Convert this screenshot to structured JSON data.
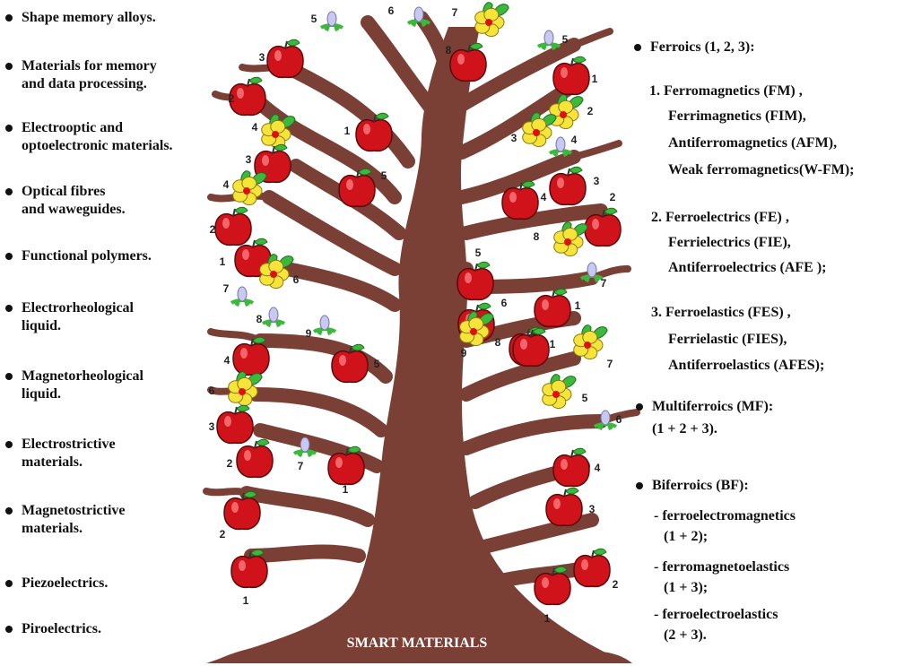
{
  "left_list": [
    [
      "Shape memory alloys."
    ],
    [
      "Materials for memory",
      "and data processing."
    ],
    [
      "Electrooptic and",
      "optoelectronic materials."
    ],
    [
      "Optical fibres",
      "and waweguides."
    ],
    [
      "Functional polymers."
    ],
    [
      "Electrorheological",
      "liquid."
    ],
    [
      "Magnetorheological",
      "liquid."
    ],
    [
      "Electrostrictive",
      "materials."
    ],
    [
      "Magnetostrictive",
      "materials."
    ],
    [
      "Piezoelectrics."
    ],
    [
      "Piroelectrics."
    ]
  ],
  "tree_title": "SMART MATERIALS",
  "ferroics": {
    "header": "Ferroics (1, 2, 3):",
    "group1": [
      "1. Ferromagnetics (FM) ,",
      "Ferrimagnetics (FIM),",
      "Antiferromagnetics (AFM),",
      "Weak ferromagnetics(W-FM);"
    ],
    "group2": [
      "2. Ferroelectrics (FE) ,",
      "Ferrielectrics (FIE),",
      "Antiferroelectrics (AFE );"
    ],
    "group3": [
      "3. Ferroelastics (FES) ,",
      "Ferrielastic (FIES),",
      "Antiferroelastics (AFES);"
    ]
  },
  "multiferroics": {
    "line1": "Multiferroics (MF):",
    "line2": "(1 + 2 + 3)."
  },
  "biferroics": {
    "header": "Biferroics (BF):",
    "items": [
      [
        "- ferroelectromagnetics",
        "(1 + 2);"
      ],
      [
        "- ferromagnetoelastics",
        "(1 + 3);"
      ],
      [
        "- ferroelectroelastics",
        "(2 + 3)."
      ]
    ]
  },
  "colors": {
    "trunk": "#7a3f35",
    "apple": "#d0121b",
    "flower": "#f7e43a",
    "leaf": "#3cb83c",
    "bud": "#c8c8f0"
  },
  "tree_items": [
    {
      "kind": "apple",
      "label": "3"
    },
    {
      "kind": "apple",
      "label": "2"
    },
    {
      "kind": "flower",
      "label": "4"
    },
    {
      "kind": "apple",
      "label": "3"
    },
    {
      "kind": "flower",
      "label": "4"
    },
    {
      "kind": "apple",
      "label": "2"
    },
    {
      "kind": "apple",
      "label": "1"
    },
    {
      "kind": "flower",
      "label": "6"
    },
    {
      "kind": "bud",
      "label": "7"
    },
    {
      "kind": "bud",
      "label": "8"
    },
    {
      "kind": "bud",
      "label": "9"
    },
    {
      "kind": "apple",
      "label": "4"
    },
    {
      "kind": "flower",
      "label": "6"
    },
    {
      "kind": "apple",
      "label": "3"
    },
    {
      "kind": "apple",
      "label": "2"
    },
    {
      "kind": "apple",
      "label": "2"
    },
    {
      "kind": "apple",
      "label": "1"
    },
    {
      "kind": "bud",
      "label": "5"
    },
    {
      "kind": "bud",
      "label": "6"
    },
    {
      "kind": "flower",
      "label": "7"
    },
    {
      "kind": "apple",
      "label": "8"
    },
    {
      "kind": "bud",
      "label": "5"
    },
    {
      "kind": "apple",
      "label": "1"
    },
    {
      "kind": "apple",
      "label": "1"
    },
    {
      "kind": "apple",
      "label": "5"
    },
    {
      "kind": "apple",
      "label": "5"
    },
    {
      "kind": "apple",
      "label": "5"
    },
    {
      "kind": "bud",
      "label": "7"
    },
    {
      "kind": "apple",
      "label": "1"
    },
    {
      "kind": "apple",
      "label": "1"
    },
    {
      "kind": "flower",
      "label": "2"
    },
    {
      "kind": "flower",
      "label": "3"
    },
    {
      "kind": "bud",
      "label": "4"
    },
    {
      "kind": "apple",
      "label": "3"
    },
    {
      "kind": "apple",
      "label": "4"
    },
    {
      "kind": "apple",
      "label": "2"
    },
    {
      "kind": "flower",
      "label": "8"
    },
    {
      "kind": "bud",
      "label": "7"
    },
    {
      "kind": "apple",
      "label": "1"
    },
    {
      "kind": "apple",
      "label": "6"
    },
    {
      "kind": "flower",
      "label": "9"
    },
    {
      "kind": "apple",
      "label": "8"
    },
    {
      "kind": "flower",
      "label": "7"
    },
    {
      "kind": "flower",
      "label": "5"
    },
    {
      "kind": "bud",
      "label": "6"
    },
    {
      "kind": "apple",
      "label": "4"
    },
    {
      "kind": "apple",
      "label": "3"
    },
    {
      "kind": "apple",
      "label": "2"
    },
    {
      "kind": "apple",
      "label": "1"
    }
  ]
}
